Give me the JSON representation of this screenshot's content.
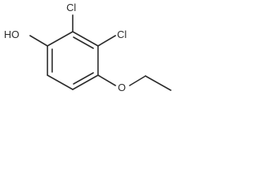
{
  "molecule": {
    "atoms": {
      "hydroxyl": "HO",
      "chloro_2": "Cl",
      "chloro_3": "Cl",
      "ether_oxygen": "O"
    }
  }
}
